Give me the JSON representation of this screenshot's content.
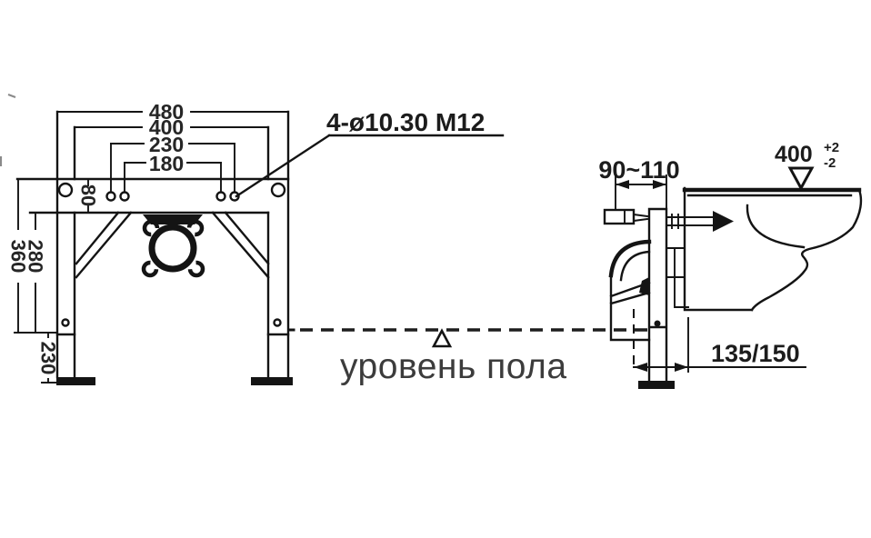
{
  "drawing": {
    "callout": "4-ø10.30 M12",
    "floor_label": "уровень пола",
    "front": {
      "w_outer": "480",
      "w_inner": "400",
      "holes_outer": "230",
      "holes_inner": "180",
      "bar_h": "80",
      "h_total": "360",
      "h_mid": "280",
      "h_leg": "230"
    },
    "side": {
      "inlet": "90~110",
      "seat_h": "400",
      "tol_up": "+2",
      "tol_dn": "-2",
      "drain": "135/150"
    }
  },
  "colors": {
    "ink": "#141414",
    "dim_text": "#262626",
    "floor_text": "#3c3c3c",
    "background": "#ffffff"
  }
}
